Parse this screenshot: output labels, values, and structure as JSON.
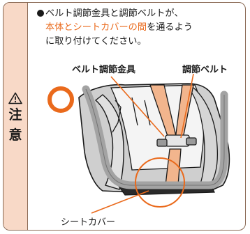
{
  "side": {
    "caution_char_1": "注",
    "caution_char_2": "意"
  },
  "instruction": {
    "line1": "ベルト調節金具と調節ベルトが、",
    "line2_highlight": "本体とシートカバーの間",
    "line2_rest": "を通るよう",
    "line3": "に取り付けてください。"
  },
  "labels": {
    "belt_adjuster": "ベルト調節金具",
    "adjust_belt": "調節ベルト",
    "seat_cover": "シートカバー"
  },
  "colors": {
    "accent": "#ea6a1c",
    "side_bg": "#f8d9c7",
    "border": "#8a6a55"
  }
}
